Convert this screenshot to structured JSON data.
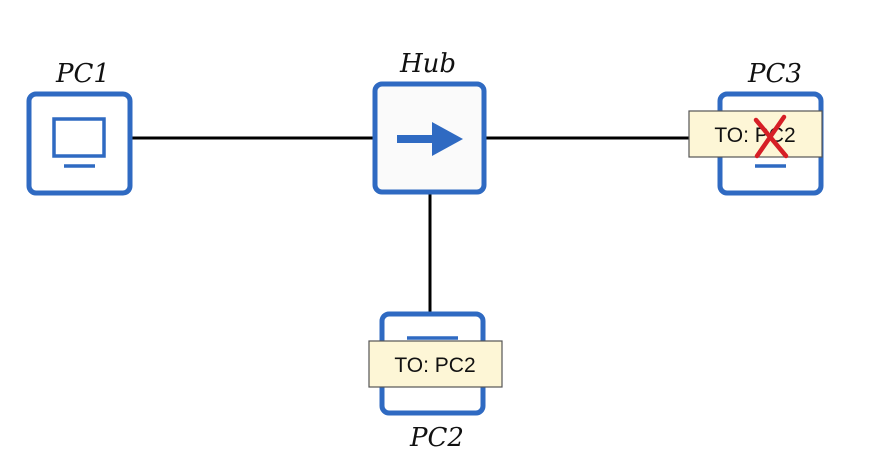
{
  "colors": {
    "device_border": "#2f6ac2",
    "device_fill": "#ffffff",
    "hub_fill": "#fafafa",
    "link": "#000000",
    "tag_fill": "#fdf6d6",
    "tag_border": "#555555",
    "cross": "#d61f26"
  },
  "devices": {
    "pc1": {
      "label": "PC1",
      "icon": "monitor-icon"
    },
    "hub": {
      "label": "Hub",
      "icon": "arrow-right-icon"
    },
    "pc3": {
      "label": "PC3",
      "icon": "monitor-icon"
    },
    "pc2": {
      "label": "PC2",
      "icon": "monitor-icon"
    }
  },
  "frames": {
    "at_pc3": {
      "text": "TO: PC2",
      "rejected": true,
      "mark_icon": "cross-icon"
    },
    "at_pc2": {
      "text": "TO: PC2",
      "rejected": false
    }
  }
}
